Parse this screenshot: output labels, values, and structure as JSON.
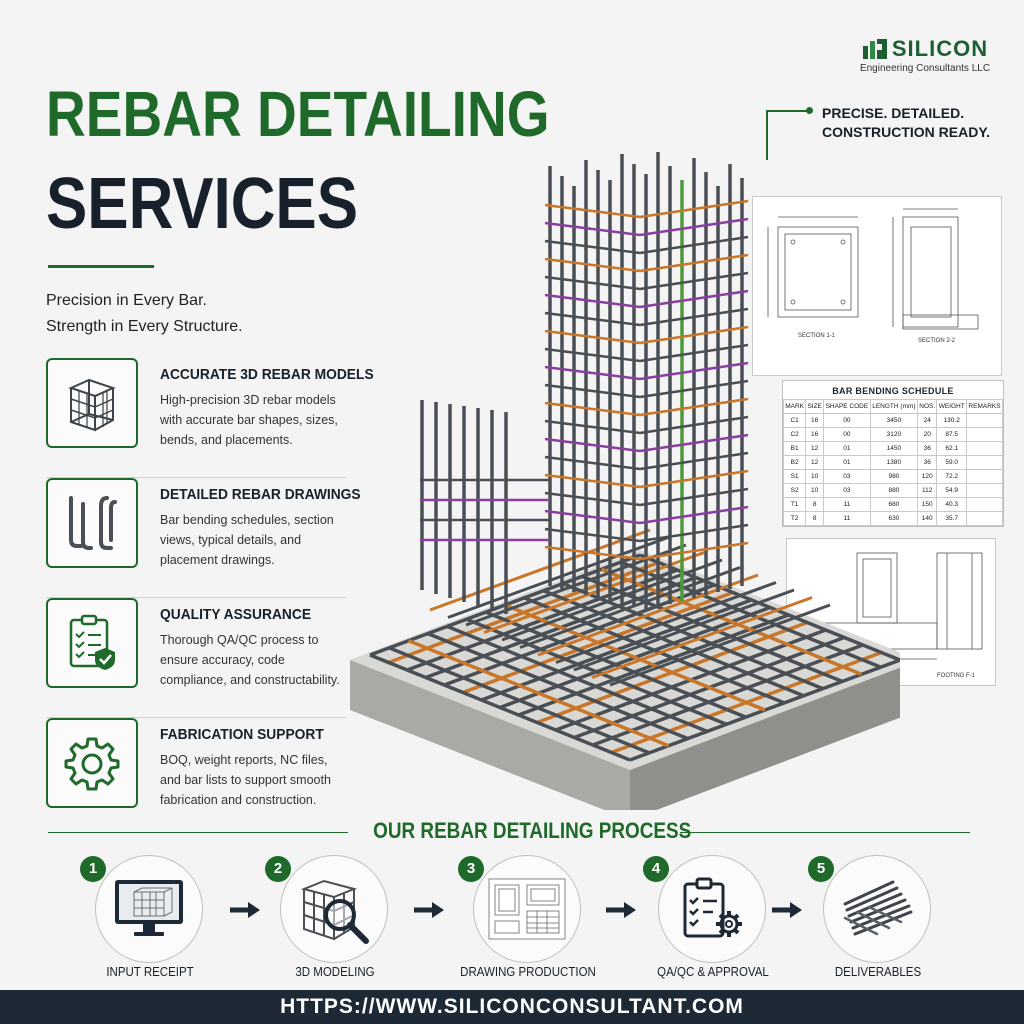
{
  "logo": {
    "brand": "SILICON",
    "subtitle": "Engineering Consultants LLC"
  },
  "title": {
    "line1": "REBAR DETAILING",
    "line2": "SERVICES"
  },
  "tagline": {
    "line1": "Precision in Every Bar.",
    "line2": "Strength in Every Structure."
  },
  "precise": {
    "line1": "PRECISE. DETAILED.",
    "line2": "CONSTRUCTION READY."
  },
  "features": [
    {
      "icon": "rebar-cage-icon",
      "heading": "ACCURATE 3D REBAR MODELS",
      "desc": "High-precision 3D rebar models with accurate bar shapes, sizes, bends, and placements."
    },
    {
      "icon": "bent-bars-icon",
      "heading": "DETAILED REBAR DRAWINGS",
      "desc": "Bar bending schedules, section views, typical details, and placement drawings."
    },
    {
      "icon": "checklist-shield-icon",
      "heading": "QUALITY ASSURANCE",
      "desc": "Thorough QA/QC process to ensure accuracy, code compliance, and constructability."
    },
    {
      "icon": "gear-icon",
      "heading": "FABRICATION SUPPORT",
      "desc": "BOQ, weight reports, NC files, and bar lists to support smooth fabrication and construction."
    }
  ],
  "drawings": {
    "section1": "SECTION 1-1",
    "section2": "SECTION 2-2",
    "footing": "FOOTING F-1"
  },
  "schedule": {
    "title": "BAR BENDING SCHEDULE",
    "headers": [
      "MARK",
      "SIZE",
      "SHAPE CODE",
      "LENGTH (mm)",
      "NOS.",
      "WEIGHT",
      "REMARKS"
    ],
    "rows": [
      [
        "C1",
        "16",
        "00",
        "3450",
        "24",
        "130.2",
        ""
      ],
      [
        "C2",
        "16",
        "00",
        "3120",
        "20",
        "87.5",
        ""
      ],
      [
        "B1",
        "12",
        "01",
        "1450",
        "36",
        "62.1",
        ""
      ],
      [
        "B2",
        "12",
        "01",
        "1380",
        "36",
        "59.0",
        ""
      ],
      [
        "S1",
        "10",
        "03",
        "980",
        "120",
        "72.2",
        ""
      ],
      [
        "S2",
        "10",
        "03",
        "880",
        "112",
        "54.9",
        ""
      ],
      [
        "T1",
        "8",
        "11",
        "680",
        "150",
        "40.3",
        ""
      ],
      [
        "T2",
        "8",
        "11",
        "630",
        "140",
        "35.7",
        ""
      ]
    ]
  },
  "process": {
    "title": "OUR REBAR DETAILING PROCESS",
    "steps": [
      {
        "num": "1",
        "label": "INPUT RECEIPT",
        "icon": "monitor-icon"
      },
      {
        "num": "2",
        "label": "3D MODELING",
        "icon": "magnifier-cage-icon"
      },
      {
        "num": "3",
        "label": "DRAWING PRODUCTION",
        "icon": "drawing-sheet-icon"
      },
      {
        "num": "4",
        "label": "QA/QC & APPROVAL",
        "icon": "checklist-gear-icon"
      },
      {
        "num": "5",
        "label": "DELIVERABLES",
        "icon": "rebar-bundle-icon"
      }
    ]
  },
  "footer": {
    "url": "HTTPS://WWW.SILICONCONSULTANT.COM"
  },
  "colors": {
    "accent": "#1f6a2a",
    "dark": "#17202b",
    "footer_bg": "#1d2a36",
    "rebar": "#4a4f55",
    "orange": "#c8762a",
    "purple": "#8a3fa0",
    "green_bar": "#4c9a3a"
  }
}
